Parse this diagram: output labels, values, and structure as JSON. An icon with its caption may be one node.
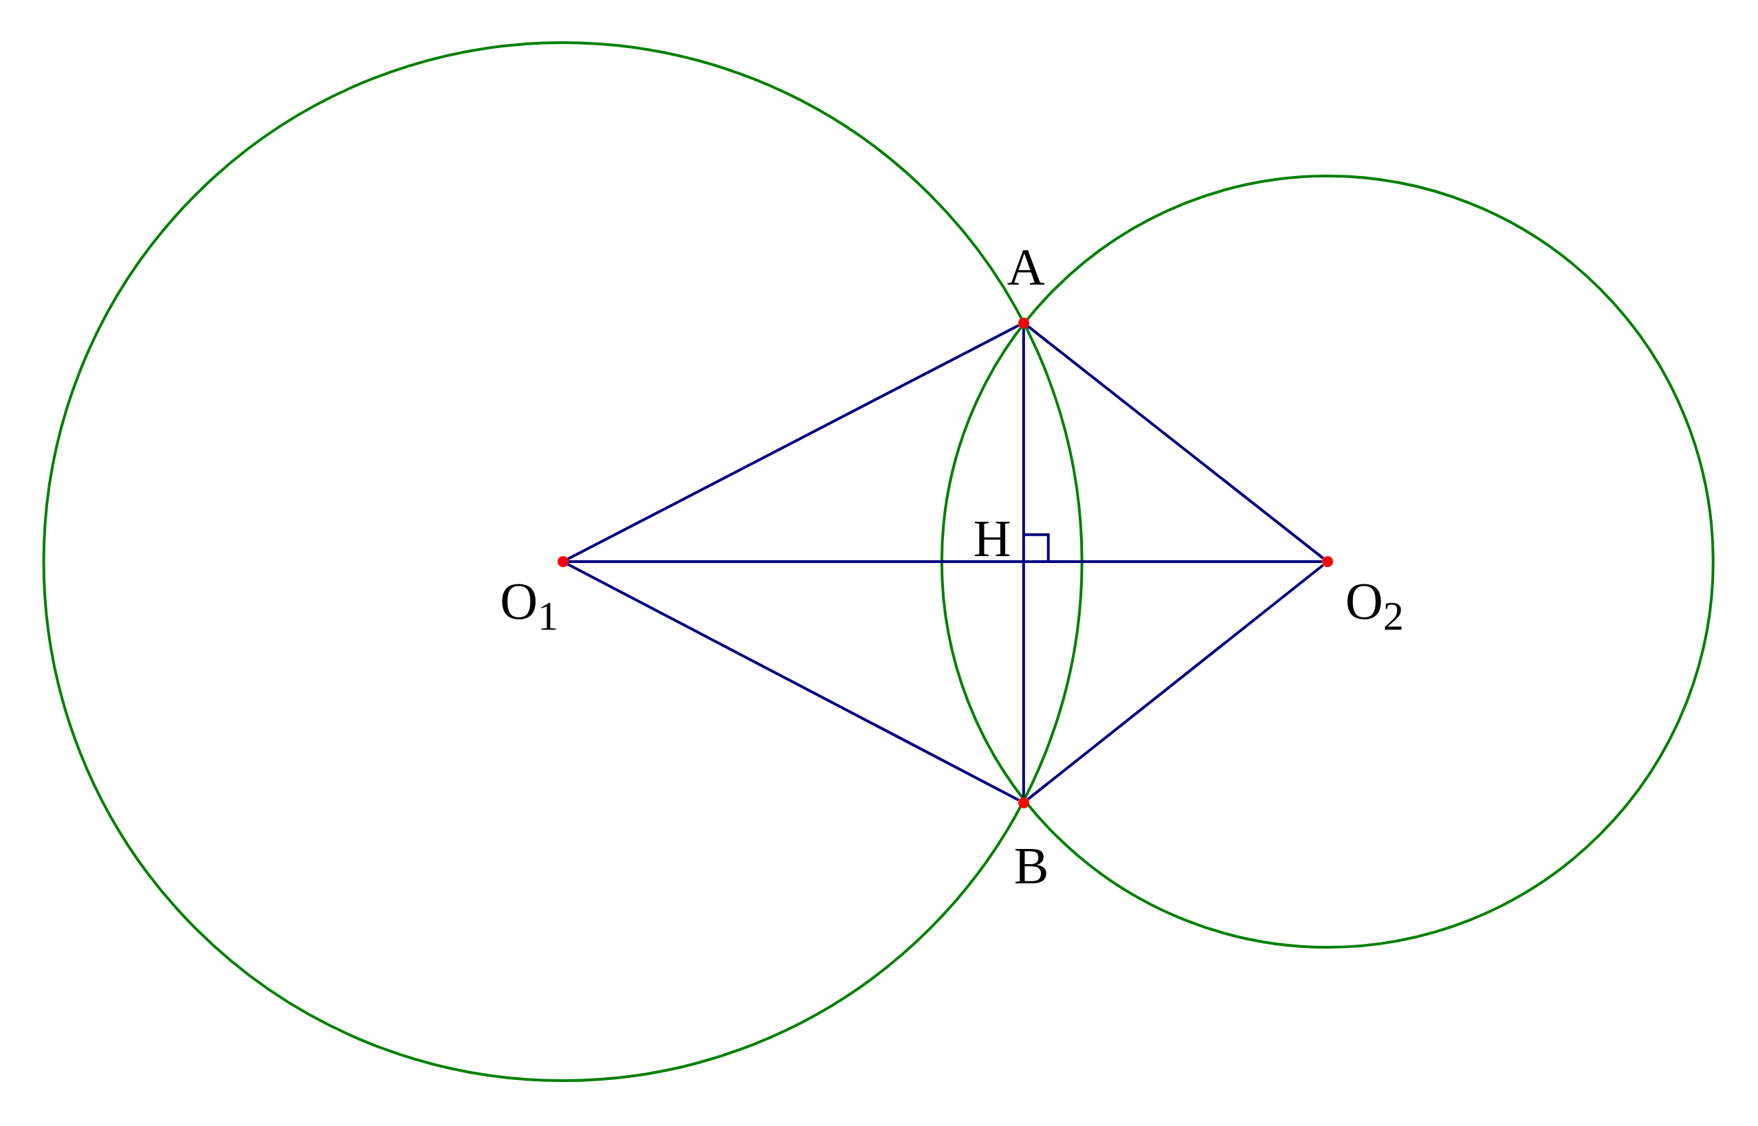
{
  "diagram": {
    "nodes": [
      {
        "text": [
          "A"
        ]
      },
      {
        "text": [
          "O$_{1}$"
        ]
      },
      {
        "text": [
          "O$_{2}$"
        ]
      },
      {
        "text": [
          "B"
        ]
      }
    ],
    "edges": [
      {
        "from": 1,
        "to": 0,
        "arrow": "none"
      },
      {
        "from": 0,
        "to": 2,
        "arrow": "none"
      },
      {
        "from": 1,
        "to": 2,
        "arrow": "none"
      },
      {
        "from": 0,
        "to": 3,
        "arrow": "none"
      },
      {
        "from": 1,
        "to": 3,
        "arrow": "none"
      },
      {
        "from": 3,
        "to": 2,
        "arrow": "none"
      }
    ],
    "labels": [
      "H"
    ]
  }
}
